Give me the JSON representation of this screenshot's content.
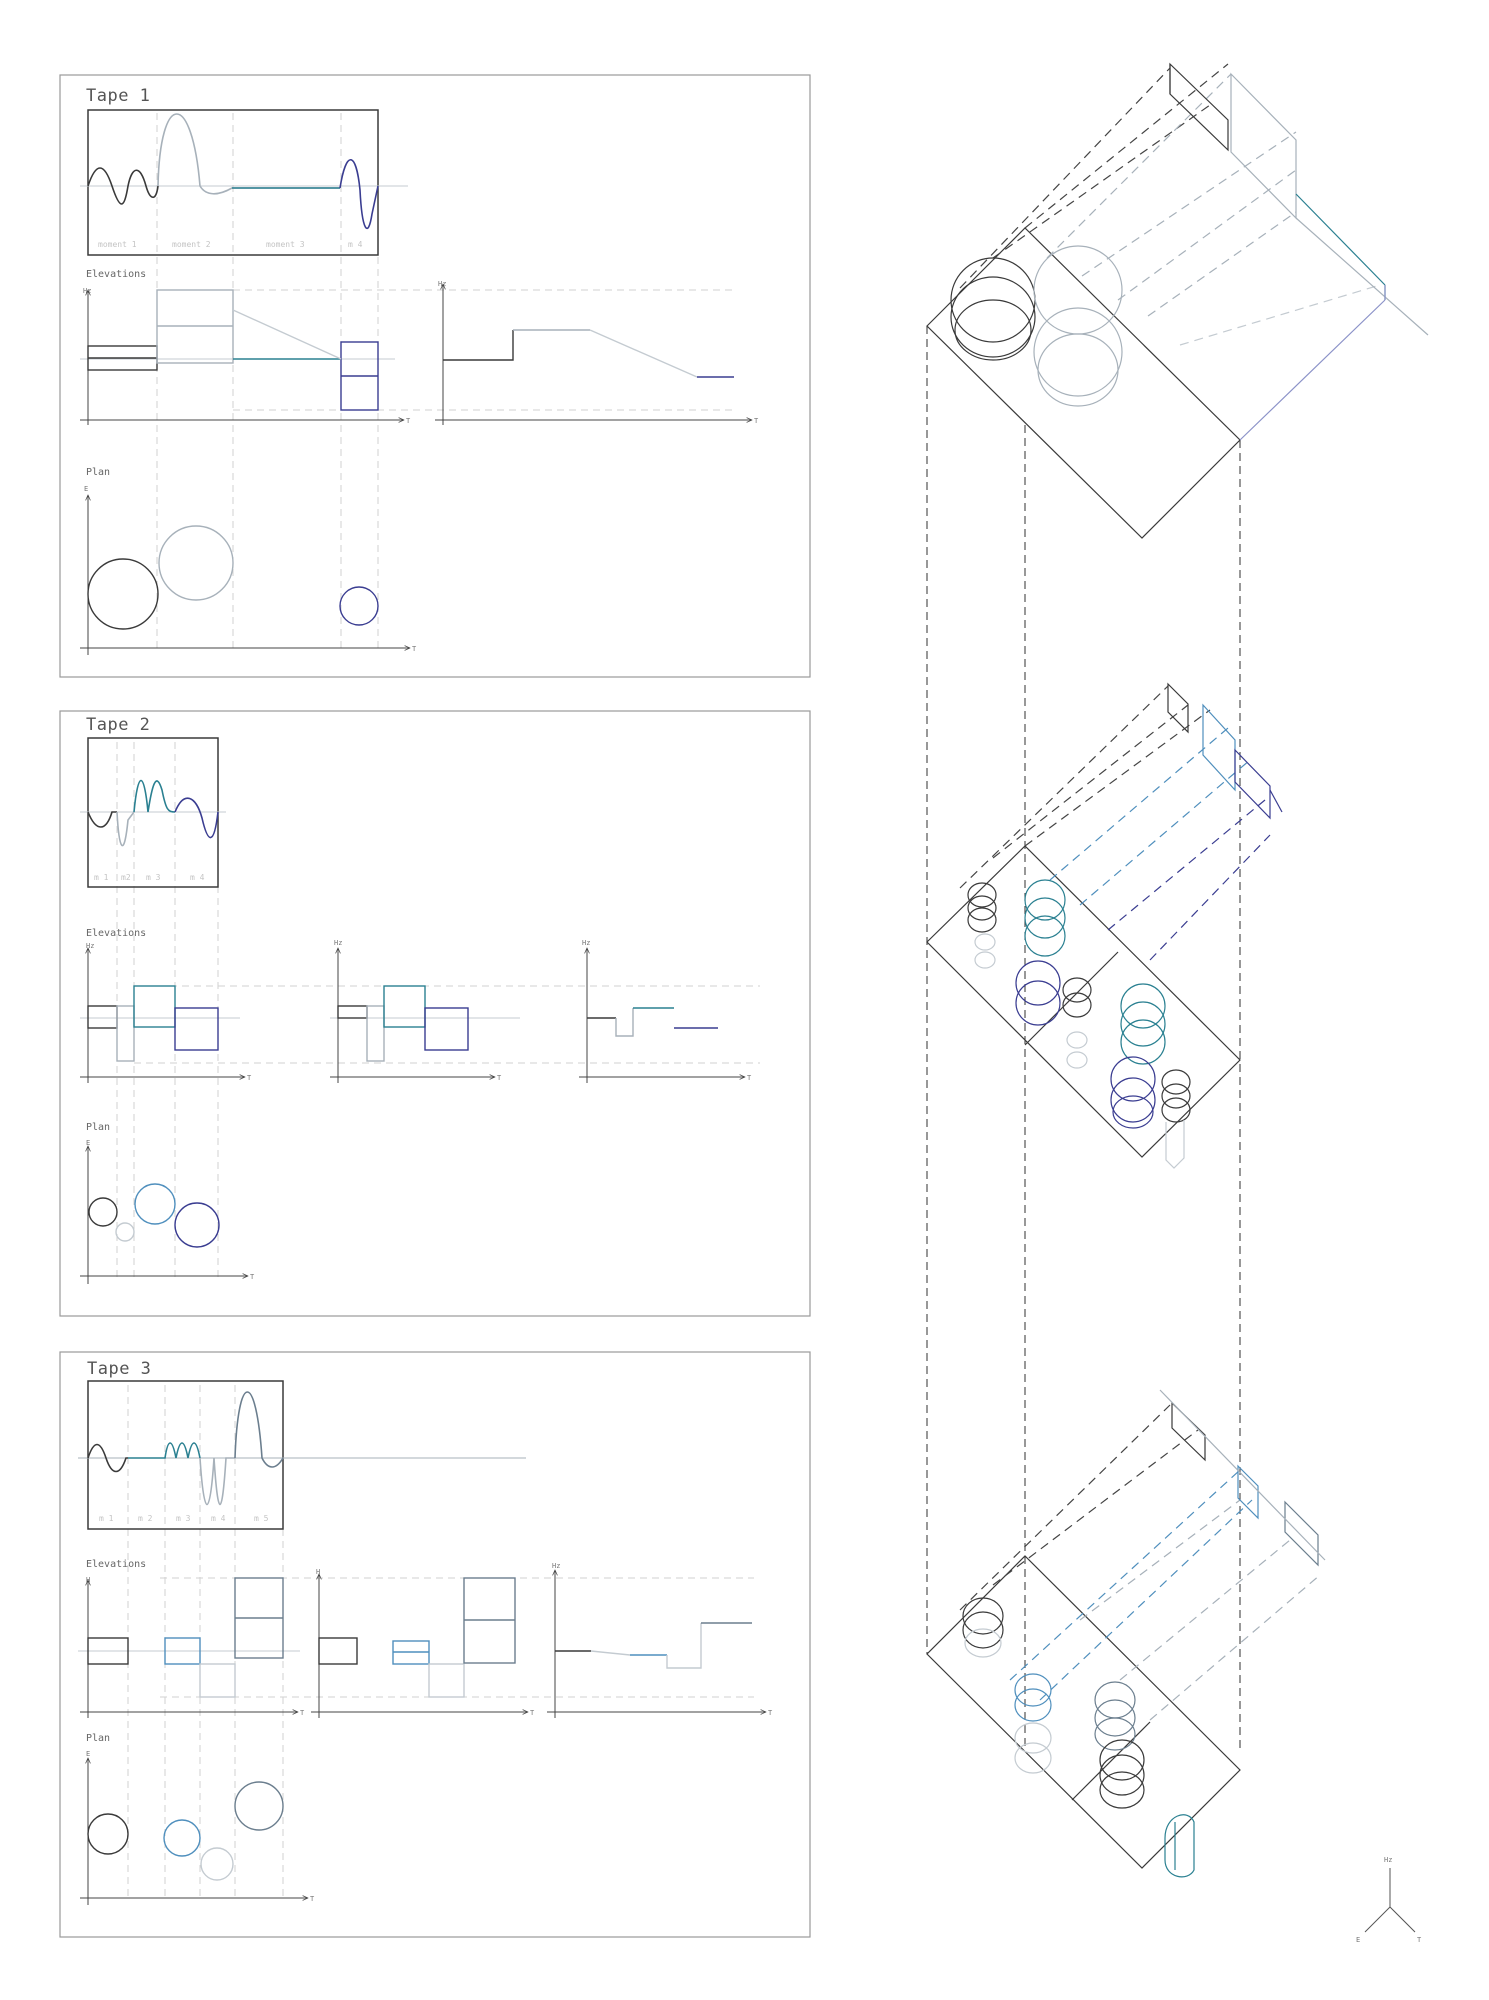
{
  "colors": {
    "dark": "#3a3a3a",
    "grey": "#a7b1ba",
    "teal": "#2a8091",
    "navy": "#3a3d91",
    "blue": "#4f8fbd",
    "slate": "#6b7e8e",
    "lightgrey": "#c4cbd1",
    "frame": "#9a9a9a",
    "guide": "#d2d2d2"
  },
  "tapes": [
    {
      "title": "Tape 1",
      "moments": [
        "moment 1",
        "moment 2",
        "moment 3",
        "m 4"
      ],
      "elevations_label": "Elevations",
      "plan_label": "Plan",
      "axis": {
        "hz": "Hz",
        "t": "T",
        "e": "E"
      }
    },
    {
      "title": "Tape 2",
      "moments": [
        "m 1",
        "m2",
        "m 3",
        "m 4"
      ],
      "elevations_label": "Elevations",
      "plan_label": "Plan",
      "axis": {
        "hz": "Hz",
        "t": "T",
        "e": "E"
      }
    },
    {
      "title": "Tape 3",
      "moments": [
        "m 1",
        "m 2",
        "m 3",
        "m 4",
        "m 5"
      ],
      "elevations_label": "Elevations",
      "plan_label": "Plan",
      "axis": {
        "hz": "Hz",
        "h": "H",
        "t": "T",
        "e": "E"
      }
    }
  ],
  "axes_gizmo": {
    "up": "Hz",
    "left": "E",
    "right": "T"
  }
}
